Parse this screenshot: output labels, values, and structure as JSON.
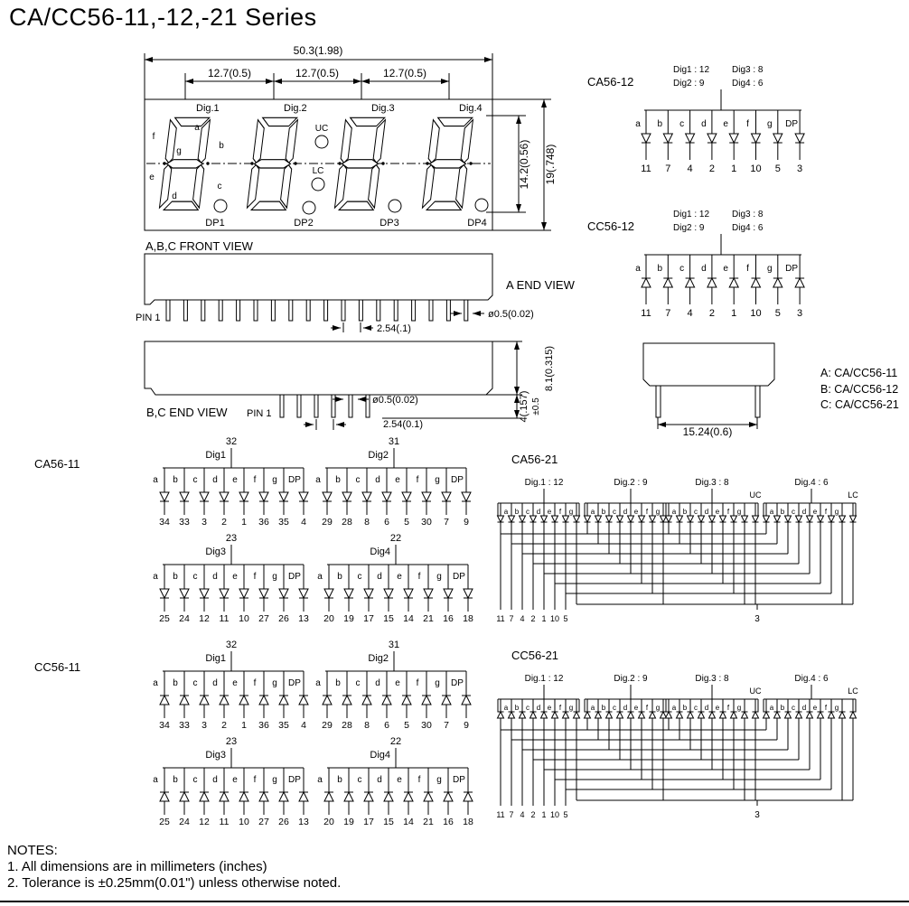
{
  "title": "CA/CC56-11,-12,-21 Series",
  "front_view": {
    "label": "A,B,C FRONT VIEW",
    "dim_overall": "50.3(1.98)",
    "dim_pitch": [
      "12.7(0.5)",
      "12.7(0.5)",
      "12.7(0.5)"
    ],
    "dim_digit_height": "14.2(0.56)",
    "dim_pkg_height": "19(.748)",
    "digit_labels": [
      "Dig.1",
      "Dig.2",
      "Dig.3",
      "Dig.4"
    ],
    "segment_labels": {
      "a": "a",
      "b": "b",
      "c": "c",
      "d": "d",
      "e": "e",
      "f": "f",
      "g": "g"
    },
    "dp_labels": [
      "DP1",
      "DP2",
      "DP3",
      "DP4"
    ],
    "uc_label": "UC",
    "lc_label": "LC"
  },
  "pkg_front": {
    "pin1": "PIN 1",
    "end_view_label": "A END VIEW",
    "dim_lead_dia": "ø0.5(0.02)",
    "dim_pitch": "2.54(.1)"
  },
  "pkg_bc_end": {
    "label": "B,C END VIEW",
    "pin1": "PIN 1",
    "dim_lead_dia": "ø0.5(0.02)",
    "dim_pitch": "2.54(0.1)",
    "dim_body": "8.1(0.315)",
    "dim_standoff": "4(.157)",
    "dim_tol": "±0.5"
  },
  "pkg_a_end": {
    "dim_width": "15.24(0.6)",
    "legend": [
      "A: CA/CC56-11",
      "B: CA/CC56-12",
      "C: CA/CC56-21"
    ]
  },
  "s12": [
    {
      "name": "CA56-12",
      "dir": "down",
      "dig_assign": [
        "Dig1 : 12",
        "Dig2 : 9",
        "Dig3 : 8",
        "Dig4 : 6"
      ],
      "segments": [
        "a",
        "b",
        "c",
        "d",
        "e",
        "f",
        "g",
        "DP"
      ],
      "pins": [
        "11",
        "7",
        "4",
        "2",
        "1",
        "10",
        "5",
        "3"
      ]
    },
    {
      "name": "CC56-12",
      "dir": "up",
      "dig_assign": [
        "Dig1 : 12",
        "Dig2 : 9",
        "Dig3 : 8",
        "Dig4 : 6"
      ],
      "segments": [
        "a",
        "b",
        "c",
        "d",
        "e",
        "f",
        "g",
        "DP"
      ],
      "pins": [
        "11",
        "7",
        "4",
        "2",
        "1",
        "10",
        "5",
        "3"
      ]
    }
  ],
  "s11": [
    {
      "name": "CA56-11",
      "dir": "down",
      "segments": [
        "a",
        "b",
        "c",
        "d",
        "e",
        "f",
        "g",
        "DP"
      ],
      "groups": [
        {
          "dig": "Dig1",
          "common": "32",
          "pins": [
            "34",
            "33",
            "3",
            "2",
            "1",
            "36",
            "35",
            "4"
          ]
        },
        {
          "dig": "Dig2",
          "common": "31",
          "pins": [
            "29",
            "28",
            "8",
            "6",
            "5",
            "30",
            "7",
            "9"
          ]
        },
        {
          "dig": "Dig3",
          "common": "23",
          "pins": [
            "25",
            "24",
            "12",
            "11",
            "10",
            "27",
            "26",
            "13"
          ]
        },
        {
          "dig": "Dig4",
          "common": "22",
          "pins": [
            "20",
            "19",
            "17",
            "15",
            "14",
            "21",
            "16",
            "18"
          ]
        }
      ]
    },
    {
      "name": "CC56-11",
      "dir": "up",
      "segments": [
        "a",
        "b",
        "c",
        "d",
        "e",
        "f",
        "g",
        "DP"
      ],
      "groups": [
        {
          "dig": "Dig1",
          "common": "32",
          "pins": [
            "34",
            "33",
            "3",
            "2",
            "1",
            "36",
            "35",
            "4"
          ]
        },
        {
          "dig": "Dig2",
          "common": "31",
          "pins": [
            "29",
            "28",
            "8",
            "6",
            "5",
            "30",
            "7",
            "9"
          ]
        },
        {
          "dig": "Dig3",
          "common": "23",
          "pins": [
            "25",
            "24",
            "12",
            "11",
            "10",
            "27",
            "26",
            "13"
          ]
        },
        {
          "dig": "Dig4",
          "common": "22",
          "pins": [
            "20",
            "19",
            "17",
            "15",
            "14",
            "21",
            "16",
            "18"
          ]
        }
      ]
    }
  ],
  "s21": [
    {
      "name": "CA56-21",
      "dir": "down",
      "headers": [
        "Dig.1 : 12",
        "Dig.2 : 9",
        "Dig.3 : 8",
        "Dig.4 : 6"
      ],
      "segments": [
        "a",
        "b",
        "c",
        "d",
        "e",
        "f",
        "g"
      ],
      "uc_label": "UC",
      "lc_label": "LC",
      "seg_pins": [
        "11",
        "7",
        "4",
        "2",
        "1",
        "10",
        "5"
      ],
      "colon_pin": "3"
    },
    {
      "name": "CC56-21",
      "dir": "up",
      "headers": [
        "Dig.1 : 12",
        "Dig.2 : 9",
        "Dig.3 : 8",
        "Dig.4 : 6"
      ],
      "segments": [
        "a",
        "b",
        "c",
        "d",
        "e",
        "f",
        "g"
      ],
      "uc_label": "UC",
      "lc_label": "LC",
      "seg_pins": [
        "11",
        "7",
        "4",
        "2",
        "1",
        "10",
        "5"
      ],
      "colon_pin": "3"
    }
  ],
  "notes": {
    "heading": "NOTES:",
    "items": [
      "1. All dimensions are in millimeters (inches)",
      "2. Tolerance is ±0.25mm(0.01\") unless otherwise noted."
    ]
  }
}
